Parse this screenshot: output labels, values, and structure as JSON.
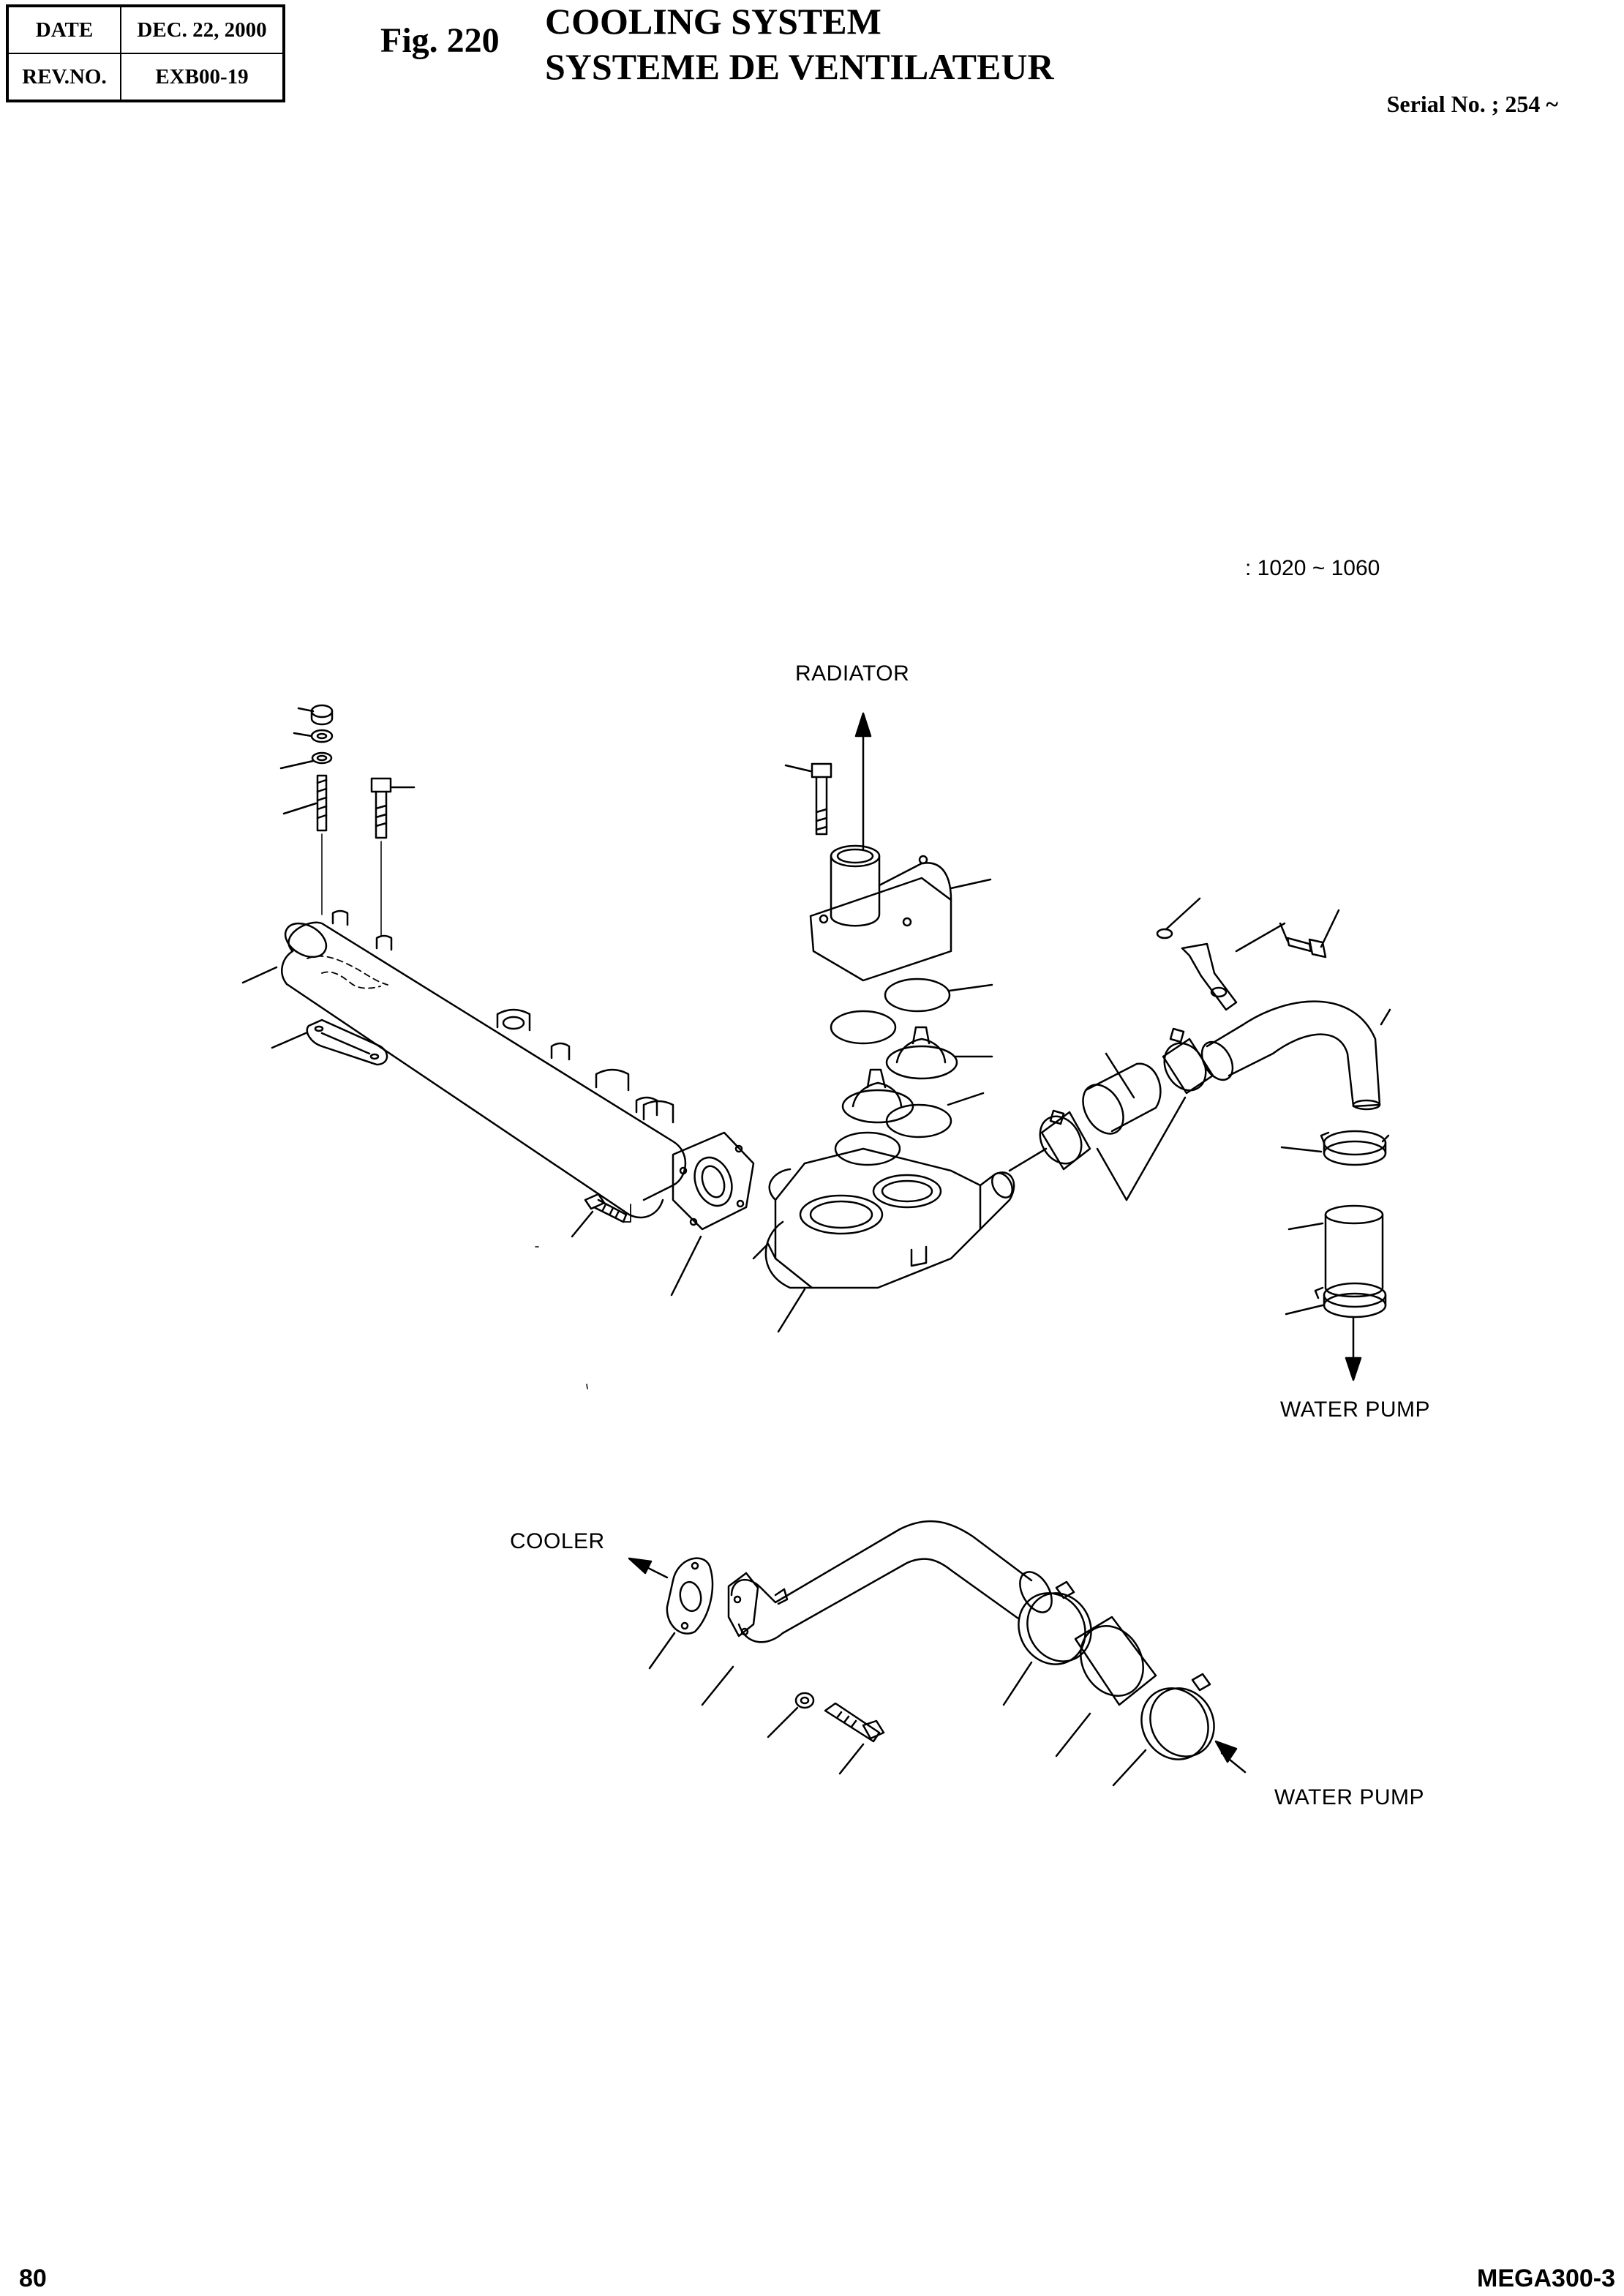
{
  "header": {
    "date_label": "DATE",
    "date_value": "DEC. 22, 2000",
    "rev_label": "REV.NO.",
    "rev_value": "EXB00-19"
  },
  "figure": {
    "number": "Fig. 220",
    "title_en": "COOLING SYSTEM",
    "title_fr": "SYSTEME DE VENTILATEUR",
    "serial": "Serial No. ; 254 ~"
  },
  "diagram": {
    "torque_note": ": 1020 ~ 1060",
    "labels": {
      "radiator": "RADIATOR",
      "water_pump_upper": "WATER PUMP",
      "cooler": "COOLER",
      "water_pump_lower": "WATER PUMP"
    }
  },
  "footer": {
    "page_number": "80",
    "model": "MEGA300-3"
  }
}
